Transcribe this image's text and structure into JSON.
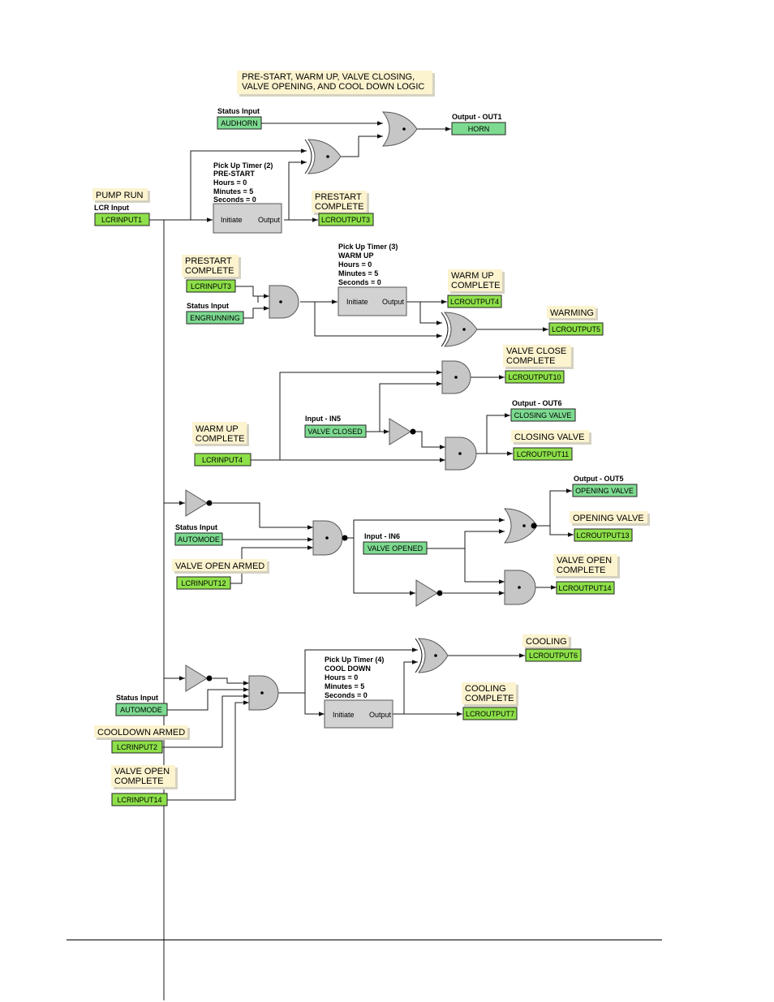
{
  "title": [
    "PRE-START, WARM UP, VALVE CLOSING,",
    "VALVE OPENING, AND COOL DOWN LOGIC"
  ],
  "colors": {
    "lcr_tag": "#8ee04a",
    "status_tag": "#7dda90",
    "note_fill": "#fcf3cf",
    "gate_fill": "#c6c6c6"
  },
  "notes": {
    "pump_run": [
      "PUMP RUN"
    ],
    "prestart_complete_out": [
      "PRESTART",
      "COMPLETE"
    ],
    "prestart_complete_in": [
      "PRESTART",
      "COMPLETE"
    ],
    "warm_up_complete_out": [
      "WARM UP",
      "COMPLETE"
    ],
    "warming": [
      "WARMING"
    ],
    "valve_close_complete": [
      "VALVE CLOSE",
      "COMPLETE"
    ],
    "warm_up_complete_in": [
      "WARM UP",
      "COMPLETE"
    ],
    "closing_valve": [
      "CLOSING VALVE"
    ],
    "opening_valve": [
      "OPENING VALVE"
    ],
    "valve_open_armed": [
      "VALVE OPEN ARMED"
    ],
    "valve_open_complete_out": [
      "VALVE OPEN",
      "COMPLETE"
    ],
    "cooling": [
      "COOLING"
    ],
    "cooling_complete": [
      "COOLING",
      "COMPLETE"
    ],
    "cooldown_armed": [
      "COOLDOWN ARMED"
    ],
    "valve_open_complete_in": [
      "VALVE OPEN",
      "COMPLETE"
    ]
  },
  "tags": {
    "audhorn": "AUDHORN",
    "horn": "HORN",
    "lcrinput1": "LCRINPUT1",
    "lcroutput3": "LCROUTPUT3",
    "lcrinput3": "LCRINPUT3",
    "engrunning": "ENGRUNNING",
    "lcroutput4": "LCROUTPUT4",
    "lcroutput5": "LCROUTPUT5",
    "lcroutput10": "LCROUTPUT10",
    "valve_closed": "VALVE CLOSED",
    "closing_valve": "CLOSING VALVE",
    "lcrinput4": "LCRINPUT4",
    "lcroutput11": "LCROUTPUT11",
    "opening_valve": "OPENING VALVE",
    "automode_1": "AUTOMODE",
    "lcroutput13": "LCROUTPUT13",
    "valve_opened": "VALVE OPENED",
    "lcrinput12": "LCRINPUT12",
    "lcroutput14": "LCROUTPUT14",
    "lcroutput6": "LCROUTPUT6",
    "automode_2": "AUTOMODE",
    "lcroutput7": "LCROUTPUT7",
    "lcrinput2": "LCRINPUT2",
    "lcrinput14": "LCRINPUT14"
  },
  "captions": {
    "status_input_1": "Status Input",
    "output_out1": "Output - OUT1",
    "lcr_input_1": "LCR Input",
    "status_input_2": "Status Input",
    "input_in5": "Input - IN5",
    "output_out6": "Output - OUT6",
    "output_out5": "Output - OUT5",
    "status_input_3": "Status Input",
    "input_in6": "Input - IN6",
    "status_input_4": "Status Input"
  },
  "timers": {
    "timer2": {
      "lines": [
        "Pick Up Timer (2)",
        "PRE-START",
        "Hours = 0",
        "Minutes = 5",
        "Seconds = 0"
      ],
      "initiate": "Initiate",
      "output": "Output"
    },
    "timer3": {
      "lines": [
        "Pick Up Timer (3)",
        "WARM UP",
        "Hours = 0",
        "Minutes = 5",
        "Seconds = 0"
      ],
      "initiate": "Initiate",
      "output": "Output"
    },
    "timer4": {
      "lines": [
        "Pick Up Timer (4)",
        "COOL DOWN",
        "Hours = 0",
        "Minutes = 5",
        "Seconds = 0"
      ],
      "initiate": "Initiate",
      "output": "Output"
    }
  }
}
